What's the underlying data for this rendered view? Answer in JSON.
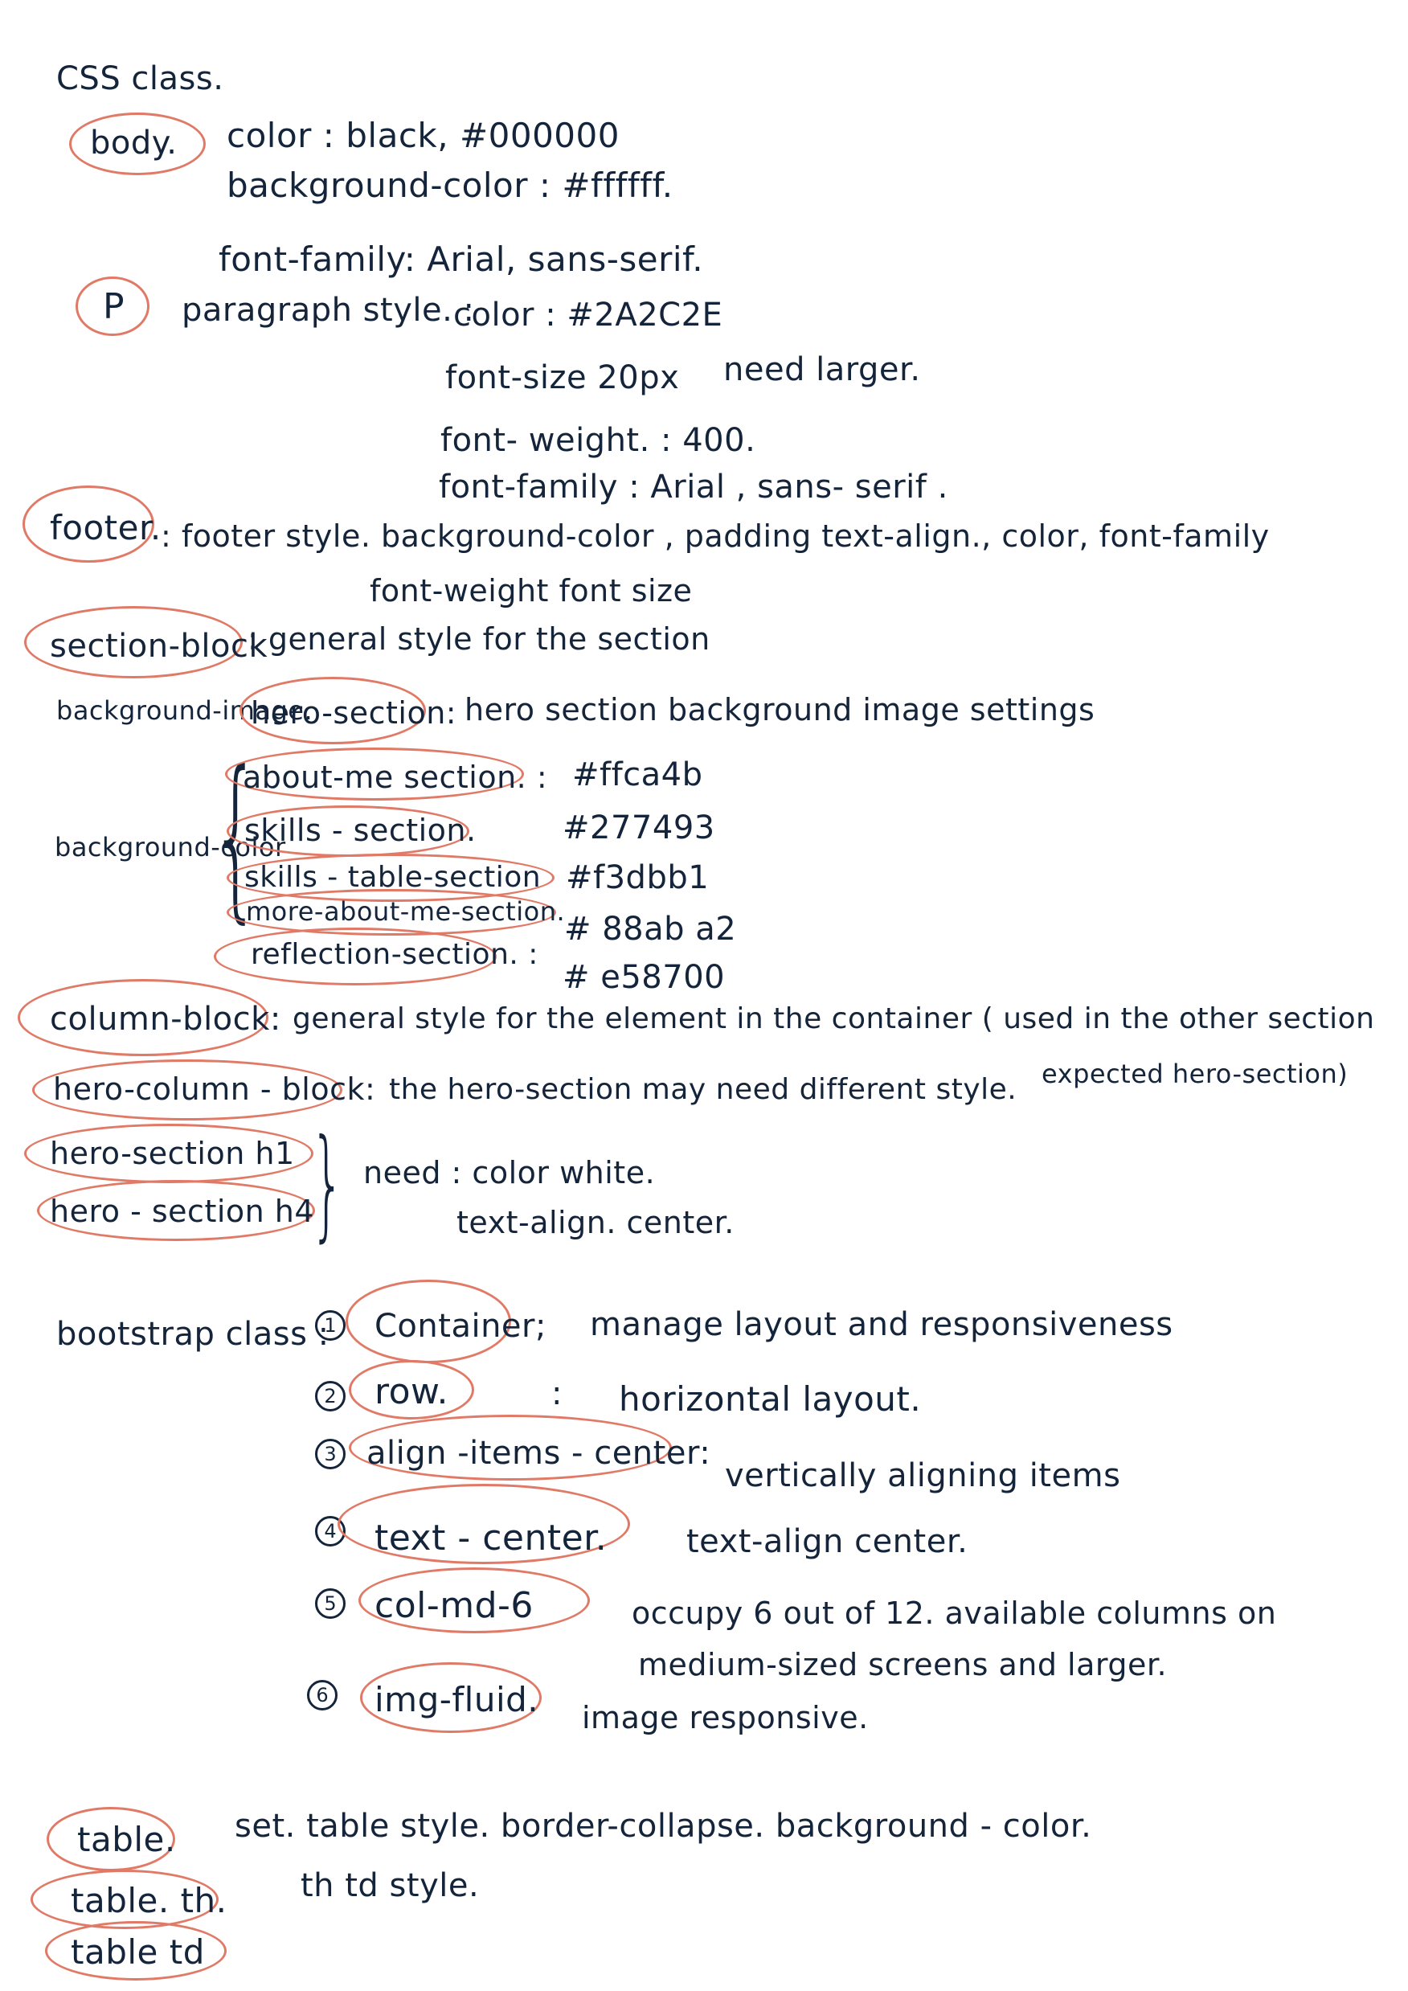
{
  "title": "CSS class.",
  "css_items": [
    {
      "key": "body.",
      "lines": [
        "color : black, #000000",
        "background-color : #ffffff.",
        "font-family: Arial, sans-serif."
      ]
    },
    {
      "key": "P",
      "label": "paragraph style. :",
      "lines": [
        "color : #2A2C2E",
        "font-size  20px",
        "need larger.",
        "font- weight. : 400.",
        "font-family : Arial , sans- serif ."
      ]
    },
    {
      "key": "footer.",
      "text": ": footer style. background-color , padding text-align., color, font-family",
      "text2": "font-weight font size"
    },
    {
      "key": "section-block",
      "text": ": general style for the section"
    },
    {
      "key": "hero-section:",
      "prefix": "background-image.",
      "text": "hero section background image settings"
    }
  ],
  "bg_color_label": "background-color",
  "bg_sections": [
    "about-me section. :",
    "skills - section.",
    "skills - table-section",
    "more-about-me-section.",
    "reflection-section. :"
  ],
  "bg_colors": [
    "#ffca4b",
    "#277493",
    "#f3dbb1",
    "# 88ab a2",
    "# e58700"
  ],
  "column_block": {
    "key": "column-block:",
    "text": "general style for the element in the container ( used in the other section",
    "note": "expected hero-section)"
  },
  "hero_column_block": {
    "key": "hero-column - block:",
    "text": "the hero-section may need different style."
  },
  "hero_h": {
    "h1": "hero-section h1",
    "h4": "hero - section h4",
    "need": "need : color white.",
    "align": "text-align. center."
  },
  "bootstrap": {
    "label": "bootstrap class :",
    "items": [
      {
        "n": "1",
        "key": "Container;",
        "desc": "manage layout and responsiveness"
      },
      {
        "n": "2",
        "key": "row.",
        "sep": ":",
        "desc": "horizontal layout."
      },
      {
        "n": "3",
        "key": "align -items - center:",
        "desc": "vertically aligning items"
      },
      {
        "n": "4",
        "key": "text - center.",
        "desc": "text-align center."
      },
      {
        "n": "5",
        "key": "col-md-6",
        "desc": "occupy 6 out of 12. available columns on",
        "desc2": "medium-sized screens and larger."
      },
      {
        "n": "6",
        "key": "img-fluid.",
        "desc": "image responsive."
      }
    ]
  },
  "table": {
    "items": [
      "table.",
      "table. th.",
      "table td"
    ],
    "line1": "set. table style. border-collapse. background - color.",
    "line2": "th  td  style."
  },
  "colors": {
    "ink": "#14243a",
    "ring": "#e07a66",
    "paper": "#ffffff"
  }
}
